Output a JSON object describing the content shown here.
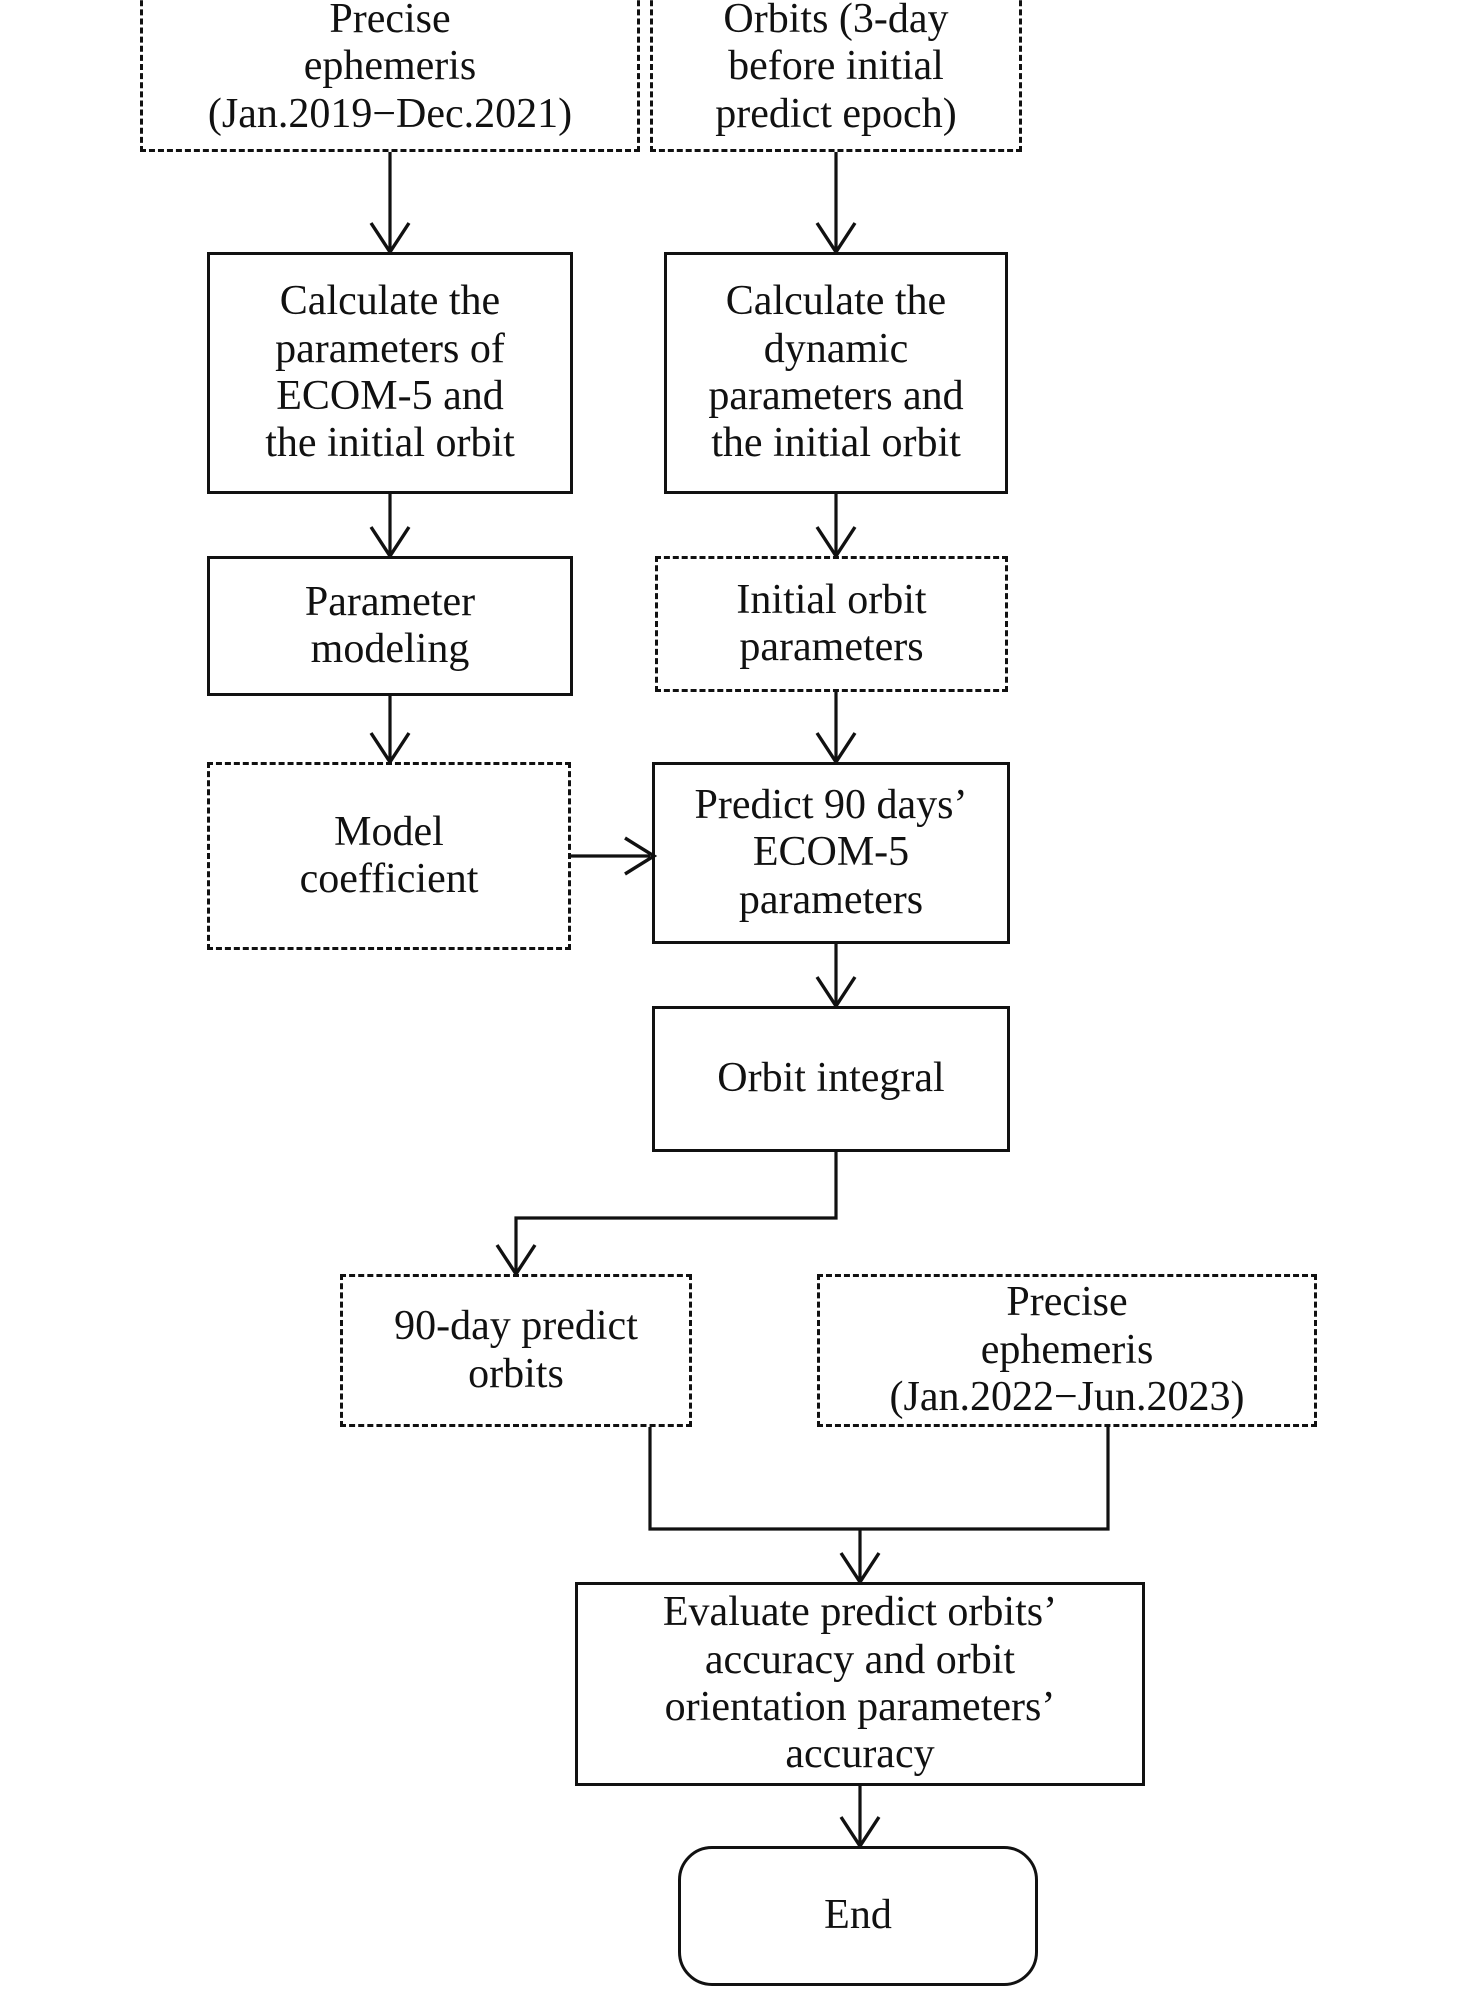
{
  "diagram": {
    "title": "Orbit prediction workflow flowchart",
    "stroke_color": "#111111",
    "background_color": "#ffffff",
    "nodes": [
      {
        "id": "precise-ephemeris-2019",
        "label": "Precise\nephemeris\n(Jan.2019−Dec.2021)",
        "shape": "dashed-rect"
      },
      {
        "id": "orbits-3day",
        "label": "Orbits (3-day\nbefore initial\npredict epoch)",
        "shape": "dashed-rect"
      },
      {
        "id": "calc-ecom5",
        "label": "Calculate the\nparameters of\nECOM-5 and\nthe initial orbit",
        "shape": "solid-rect"
      },
      {
        "id": "calc-dynamic",
        "label": "Calculate the\ndynamic\nparameters and\nthe initial orbit",
        "shape": "solid-rect"
      },
      {
        "id": "parameter-modeling",
        "label": "Parameter\nmodeling",
        "shape": "solid-rect"
      },
      {
        "id": "initial-orbit-parameters",
        "label": "Initial orbit\nparameters",
        "shape": "dashed-rect"
      },
      {
        "id": "model-coefficient",
        "label": "Model\ncoefficient",
        "shape": "dashed-rect"
      },
      {
        "id": "predict-90-days",
        "label": "Predict 90 days’\nECOM-5\nparameters",
        "shape": "solid-rect"
      },
      {
        "id": "orbit-integral",
        "label": "Orbit integral",
        "shape": "solid-rect"
      },
      {
        "id": "predict-orbits-90day",
        "label": "90-day predict\norbits",
        "shape": "dashed-rect"
      },
      {
        "id": "precise-ephemeris-2022",
        "label": "Precise\nephemeris\n(Jan.2022−Jun.2023)",
        "shape": "dashed-rect"
      },
      {
        "id": "evaluate-accuracy",
        "label": "Evaluate predict orbits’\naccuracy and orbit\norientation parameters’\naccuracy",
        "shape": "solid-rect"
      },
      {
        "id": "end",
        "label": "End",
        "shape": "rounded-rect"
      }
    ]
  }
}
